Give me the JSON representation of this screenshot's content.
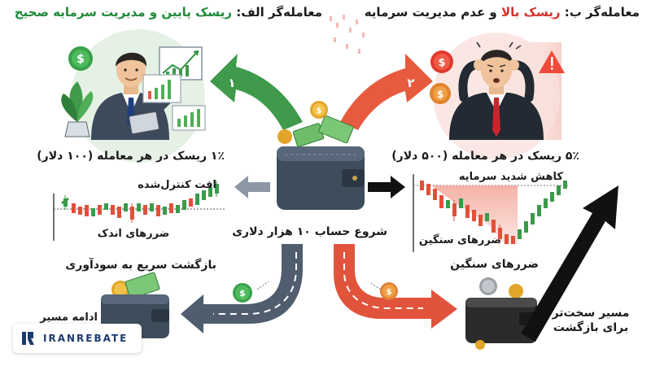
{
  "left_panel": {
    "title_prefix": "معامله‌گر الف: ",
    "title_highlight": "ریسک پایین و مدیریت سرمایه صحیح",
    "risk": "۱٪ ریسک در هر معامله (۱۰۰ دلار)",
    "drawdown": "افت کنترل‌شده",
    "small_losses": "ضررهای اندک",
    "recovery": "بازگشت سریع به سودآوری",
    "continue": "ادامه مسیر",
    "step_number": "۱"
  },
  "right_panel": {
    "title_prefix": "معامله‌گر ب: ",
    "title_highlight": "ریسک بالا",
    "title_suffix": " و عدم مدیریت سرمایه",
    "risk": "۵٪ ریسک در هر معامله (۵۰۰ دلار)",
    "drawdown": "کاهش شدید سرمایه",
    "heavy_losses_1": "ضررهای سنگین",
    "heavy_losses_2": "ضررهای سنگین",
    "hard_path_line1": "مسیر سخت‌تر",
    "hard_path_line2": "برای بازگشت",
    "step_number": "۲"
  },
  "center": {
    "start": "شروع حساب ۱۰ هزار دلاری"
  },
  "brand": {
    "name": "IRANREBATE"
  },
  "colors": {
    "green": "#3a9a4a",
    "red": "#e0503a",
    "slate": "#4f5d6e",
    "navy": "#1d3a6e"
  }
}
